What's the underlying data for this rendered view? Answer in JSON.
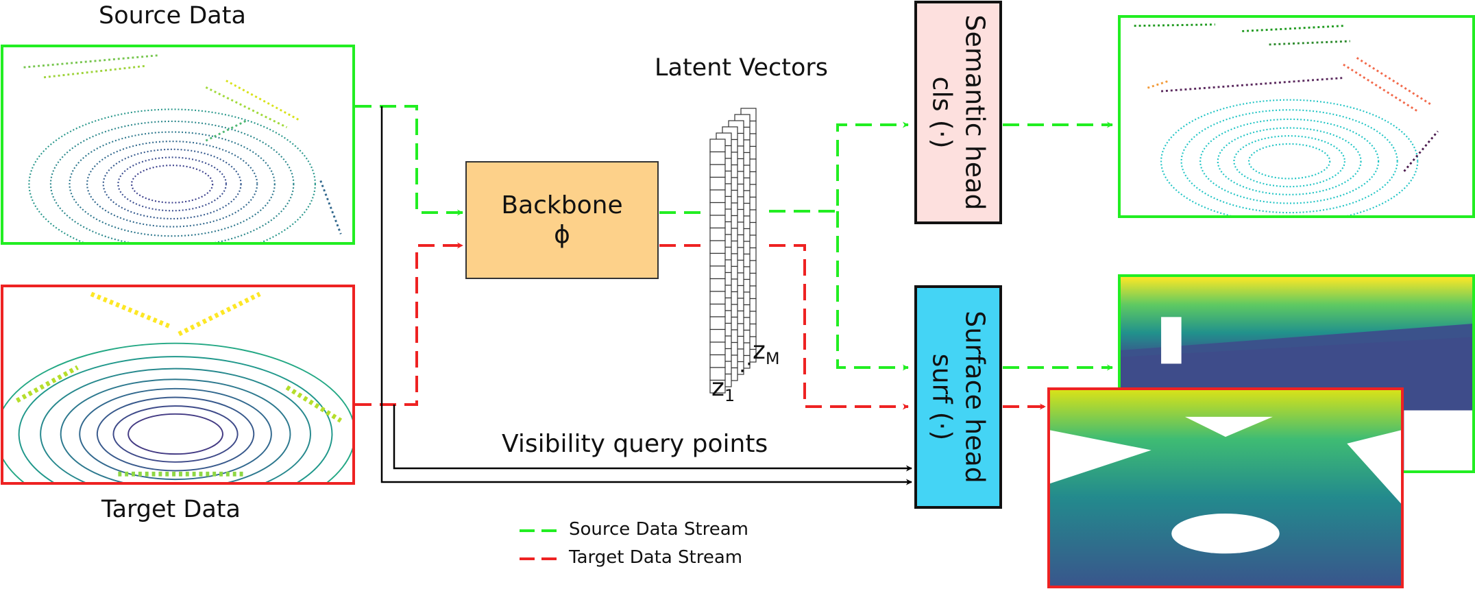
{
  "labels": {
    "source_data": "Source Data",
    "target_data": "Target Data",
    "latent_vectors": "Latent Vectors",
    "backbone_title": "Backbone",
    "backbone_symbol": "ϕ",
    "semantic_head_line1": "Semantic head",
    "semantic_head_line2": "cls (·)",
    "surface_head_line1": "Surface head",
    "surface_head_line2": "surf (·)",
    "visibility_query_points": "Visibility query points",
    "z_first": "z",
    "z_first_sub": "1",
    "z_last": "z",
    "z_last_sub": "M",
    "ellipsis": "⋰"
  },
  "legend": [
    {
      "label": "Source Data Stream",
      "color": "#22ee22"
    },
    {
      "label": "Target Data Stream",
      "color": "#ee2222"
    }
  ],
  "colors": {
    "source_stream": "#22ee22",
    "target_stream": "#ee2222",
    "query_points": "#000000",
    "backbone_fill": "#fdd18a",
    "semantic_head_fill": "#fde0de",
    "surface_head_fill": "#44d4f5"
  },
  "icons": {
    "source_scan": "lidar-point-cloud-image",
    "target_scan": "lidar-point-cloud-image",
    "semantic_output": "segmented-point-cloud-image",
    "source_surface": "surface-reconstruction-image",
    "target_surface": "surface-reconstruction-image"
  }
}
